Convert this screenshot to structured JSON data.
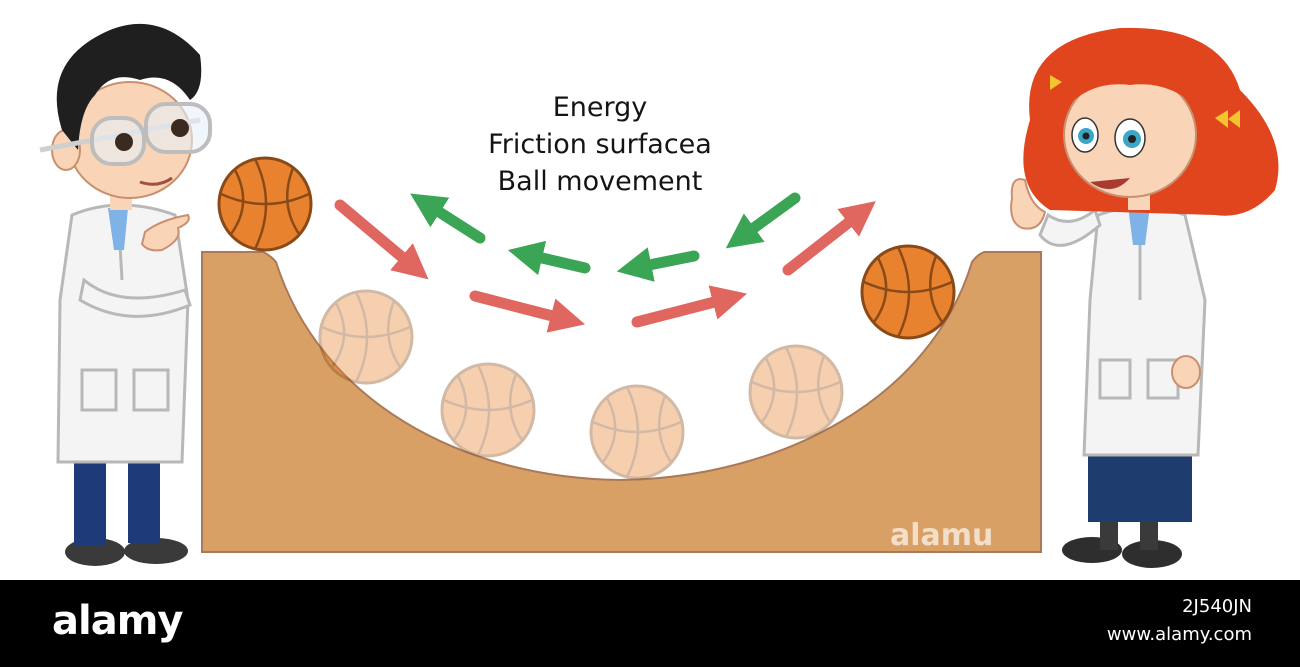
{
  "diagram": {
    "title_lines": [
      "Energy",
      "Friction surfacea",
      "Ball movement"
    ]
  },
  "watermarks": {
    "mark": "alamu"
  },
  "footer": {
    "logo": "alamy",
    "image_id": "2J540JN",
    "url": "www.alamy.com"
  },
  "colors": {
    "ramp": "#d9a066",
    "ramp_stroke": "#a9795a",
    "ball": "#e8822e",
    "arrow_red": "#e06660",
    "arrow_green": "#3aa655",
    "footer_bg": "#000000"
  },
  "icons": [
    "boy-scientist-figure",
    "girl-scientist-figure",
    "basketball-icon",
    "arrow-icon"
  ]
}
